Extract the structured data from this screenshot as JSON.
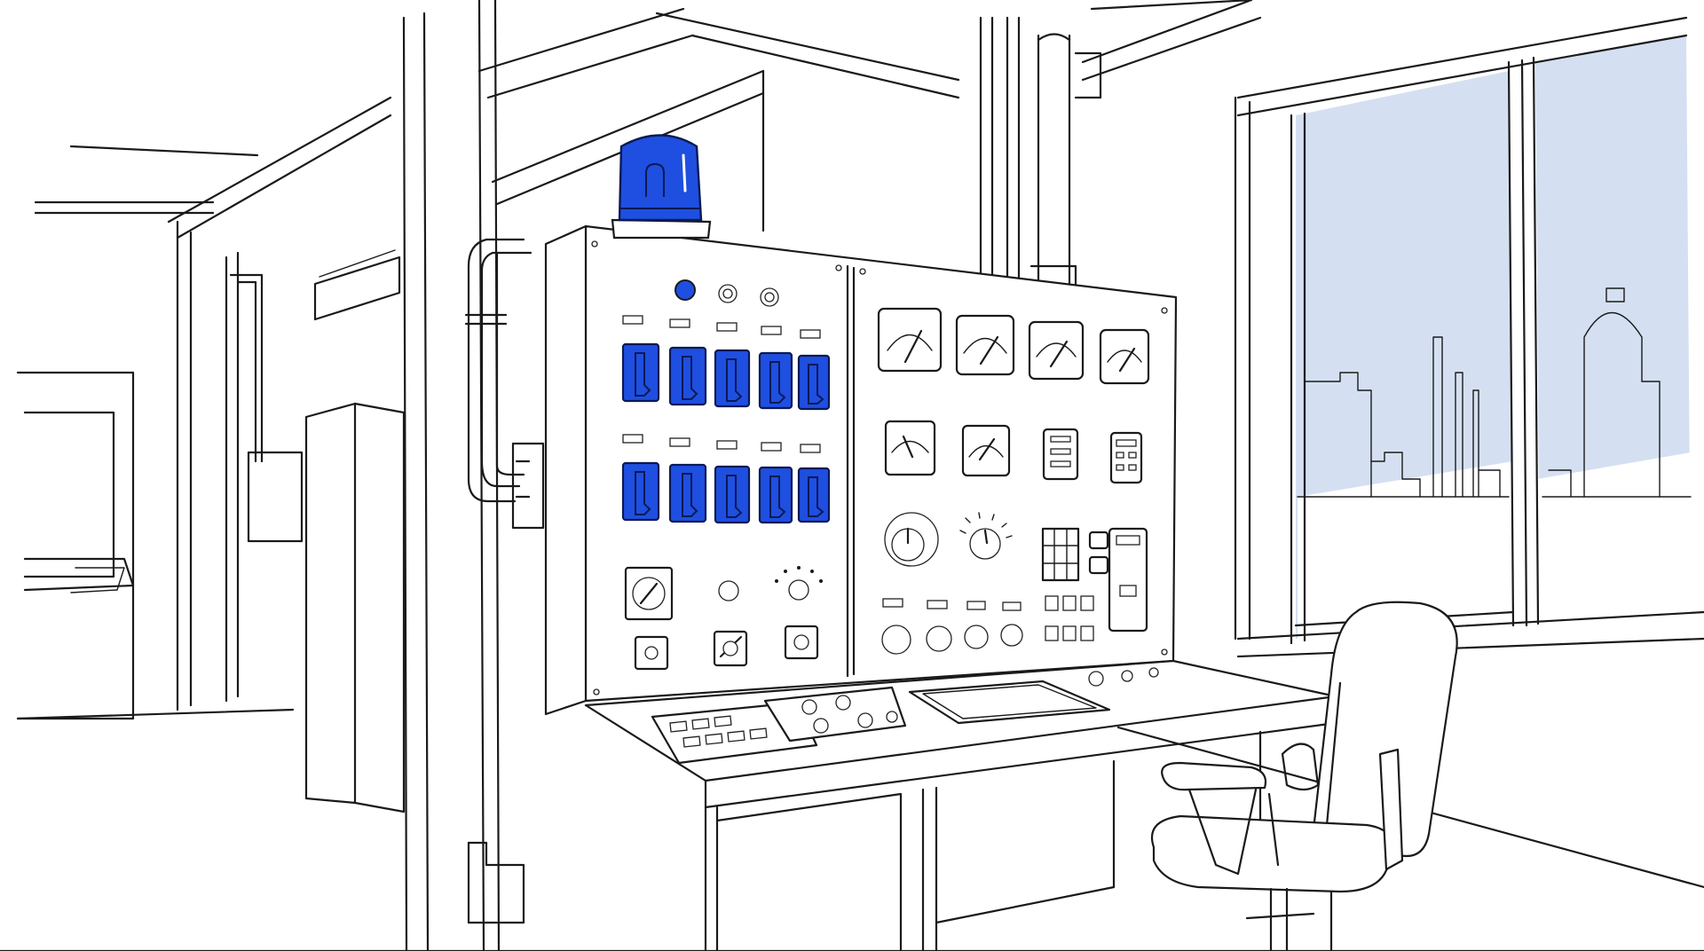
{
  "scene": {
    "description_kind": "line-art illustration",
    "colors": {
      "ink": "#1a1a1a",
      "paper": "#ffffff",
      "accent_blue": "#1f4fe0",
      "accent_blue_dark": "#0f2fa8",
      "sky_blue": "#d4e0f1"
    },
    "icons": [
      "beacon-light-icon",
      "toggle-switch-icon",
      "analog-gauge-icon",
      "rotary-knob-icon",
      "office-chair-icon",
      "factory-skyline-icon"
    ],
    "toggle_switch_rows": 2,
    "toggle_switches_per_row": 5,
    "large_gauges": 4
  }
}
